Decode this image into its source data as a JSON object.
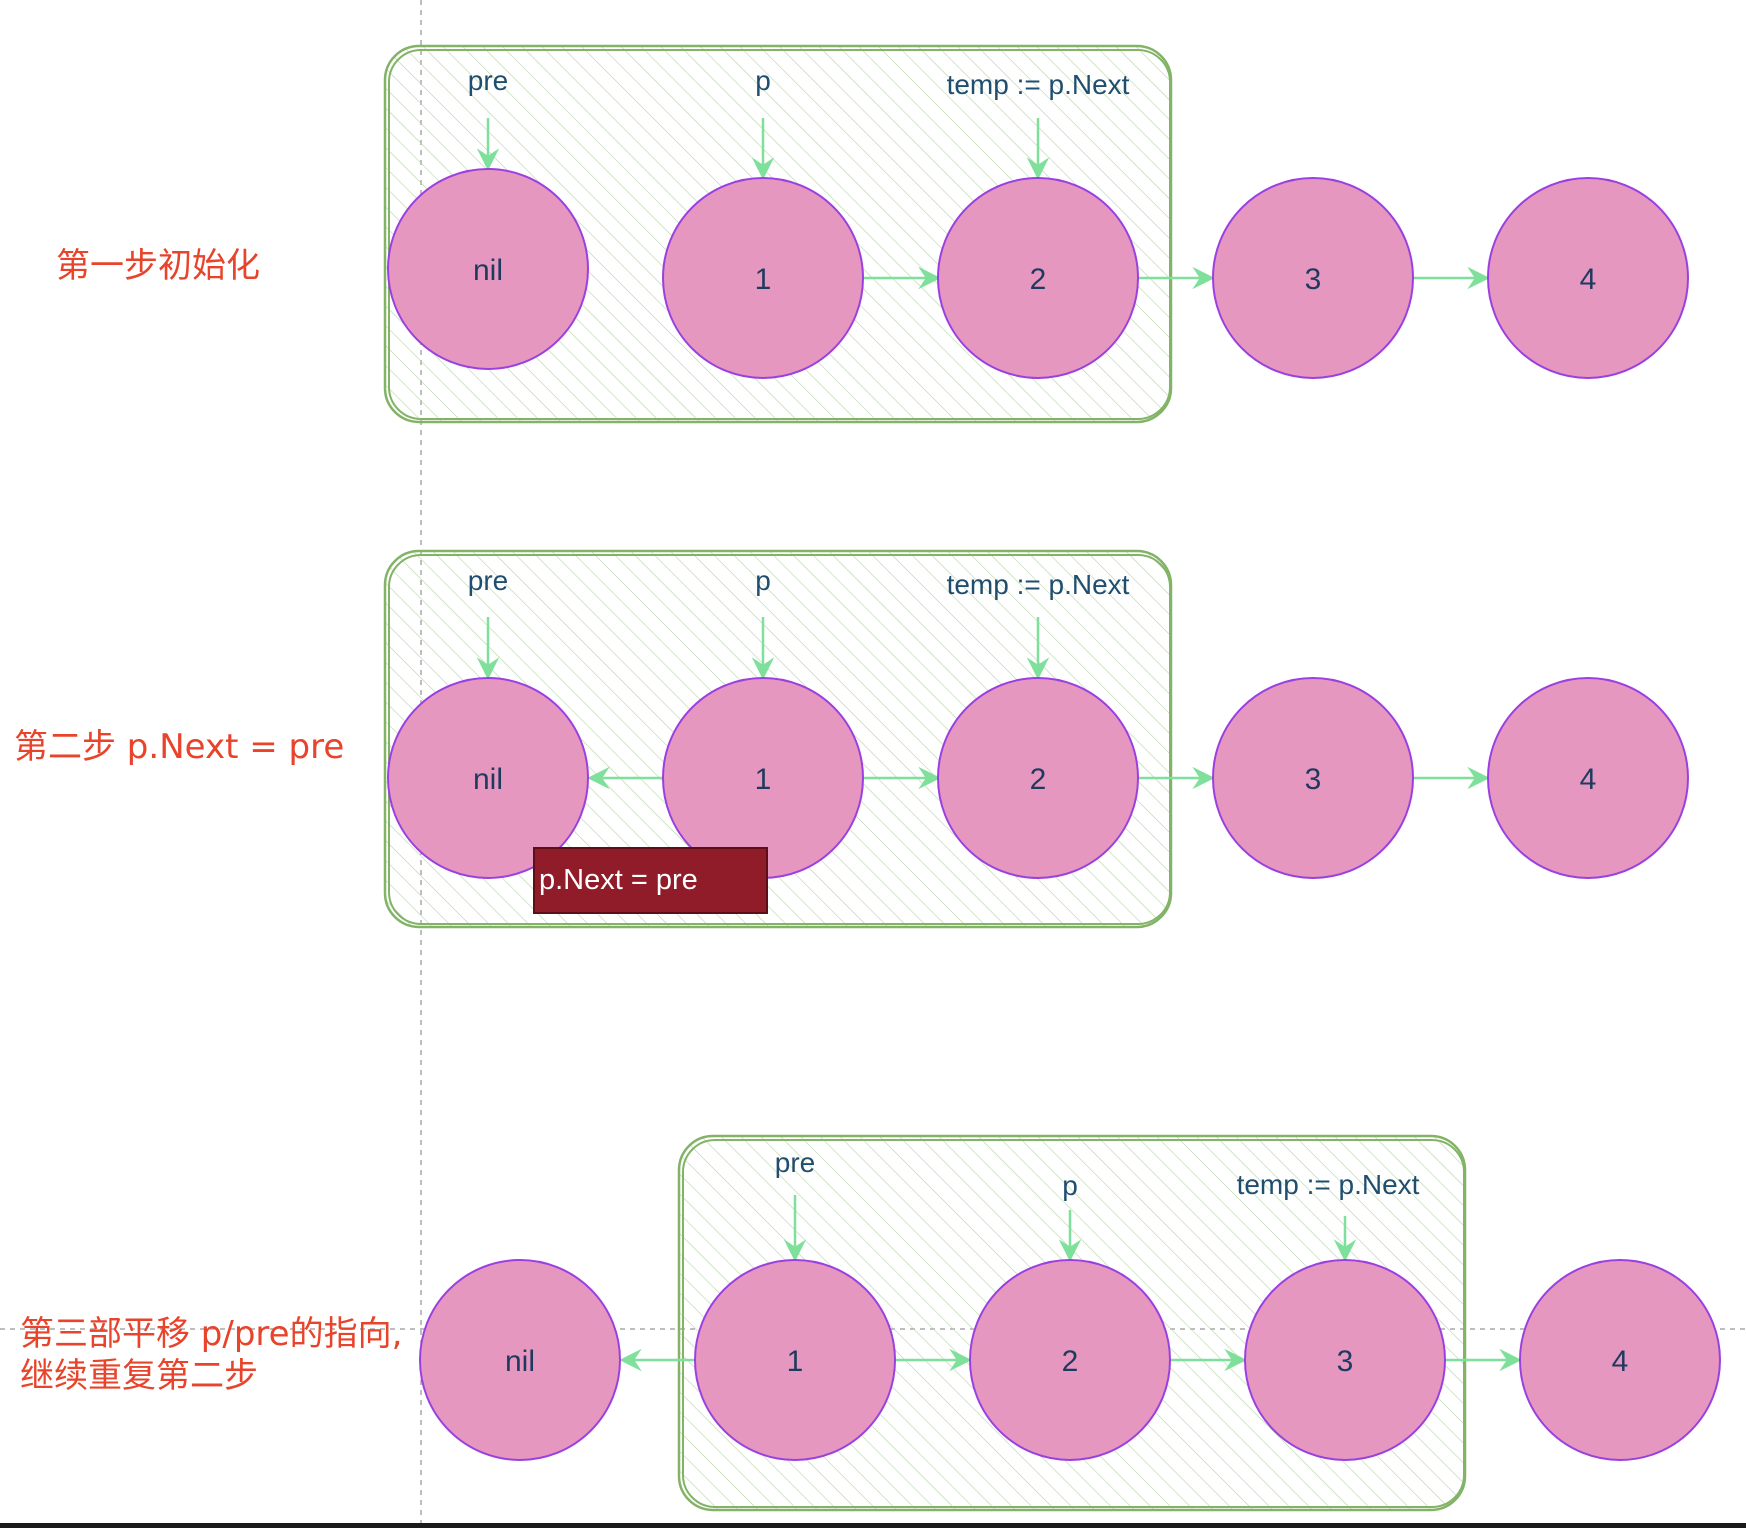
{
  "colors": {
    "node_fill": "#e597c0",
    "node_stroke": "#9b3fe0",
    "arrow": "#7ee09a",
    "group_stroke": "#82b366",
    "group_hatch": "#b7d3a8",
    "step_text": "#e8432b",
    "pointer_text": "#1f4e6e",
    "code_box_fill": "#8f1c28"
  },
  "steps": [
    {
      "label": "第一步初始化",
      "nodes": [
        "nil",
        "1",
        "2",
        "3",
        "4"
      ],
      "pointers": [
        {
          "text": "pre",
          "node_index": 0
        },
        {
          "text": "p",
          "node_index": 1
        },
        {
          "text": "temp := p.Next",
          "node_index": 2
        }
      ],
      "links": [
        {
          "from": 1,
          "to": 2
        },
        {
          "from": 2,
          "to": 3
        },
        {
          "from": 3,
          "to": 4
        }
      ]
    },
    {
      "label": "第二步 p.Next = pre",
      "nodes": [
        "nil",
        "1",
        "2",
        "3",
        "4"
      ],
      "pointers": [
        {
          "text": "pre",
          "node_index": 0
        },
        {
          "text": "p",
          "node_index": 1
        },
        {
          "text": "temp := p.Next",
          "node_index": 2
        }
      ],
      "links": [
        {
          "from": 1,
          "to": 0
        },
        {
          "from": 1,
          "to": 2
        },
        {
          "from": 2,
          "to": 3
        },
        {
          "from": 3,
          "to": 4
        }
      ],
      "code_note": "p.Next = pre"
    },
    {
      "label_line1": "第三部平移 p/pre的指向,",
      "label_line2": "继续重复第二步",
      "nodes": [
        "nil",
        "1",
        "2",
        "3",
        "4"
      ],
      "pointers": [
        {
          "text": "pre",
          "node_index": 1
        },
        {
          "text": "p",
          "node_index": 2
        },
        {
          "text": "temp := p.Next",
          "node_index": 3
        }
      ],
      "links": [
        {
          "from": 1,
          "to": 0
        },
        {
          "from": 1,
          "to": 2
        },
        {
          "from": 2,
          "to": 3
        },
        {
          "from": 3,
          "to": 4
        }
      ]
    }
  ]
}
